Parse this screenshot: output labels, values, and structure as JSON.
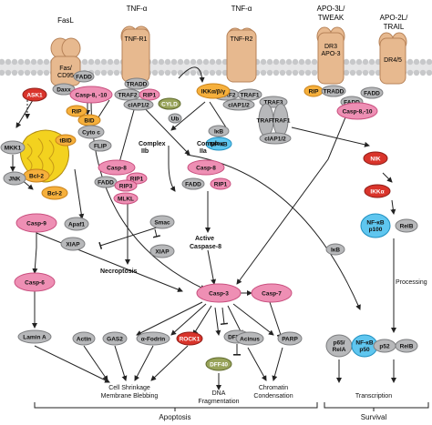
{
  "ligands": {
    "fasl": "FasL",
    "tnfa1": "TNF-α",
    "tnfa2": "TNF-α",
    "apo3l": [
      "APO-3L/",
      "TWEAK"
    ],
    "apo2l": [
      "APO-2L/",
      "TRAIL"
    ]
  },
  "receptors": {
    "fas": [
      "Fas/",
      "CD95"
    ],
    "tnfr1": "TNF-R1",
    "tnfr2": "TNF-R2",
    "dr3": [
      "DR3",
      "APO-3"
    ],
    "dr45": "DR4/5"
  },
  "nodes": {
    "fadd_fas": "FADD",
    "daxx": "Daxx",
    "ask1": "ASK1",
    "casp810_left": "Casp-8, -10",
    "rip_left": "RIP",
    "bid": "BID",
    "flip": "FLIP",
    "tbid": "tBID",
    "bcl2_a": "Bcl-2",
    "bcl2_b": "Bcl-2",
    "cytoc": "Cyto c",
    "mkk1": "MKK1",
    "jnk": "JNK",
    "tradd": "TRADD",
    "traf2_a": "TRAF2",
    "rip1_a": "RIP1",
    "ciap12_a": "cIAP1/2",
    "cyld": "CYLD",
    "ub": "Ub",
    "traf2_b": "TRAF2",
    "traf1": "TRAF1",
    "ciap12_b": "cIAP1/2",
    "rip_dr3": "RIP",
    "tradd_dr3": "TRADD",
    "fadd_dr3": "FADD",
    "fadd_dr45": "FADD",
    "casp810_right": "Casp-8,-10",
    "ikk_abg": "IKKα/β/γ",
    "ikb_a": "IκB",
    "nfkb_a": "NF-κB",
    "traf3": "TRAF3",
    "traf2_v": "TRAF2",
    "traf1_v": "TRAF1",
    "ciap12_c": "cIAP1/2",
    "nik": "NIK",
    "ikka": "IKKα",
    "nfkb_p100": [
      "NF-κB",
      "p100"
    ],
    "relb_a": "RelB",
    "complex_iib": [
      "Complex",
      "IIb"
    ],
    "complex_iia": [
      "Complex",
      "IIa"
    ],
    "casp8_iib": "Casp-8",
    "fadd_iib": "FADD",
    "rip1_iib": "RIP1",
    "rip3": "RIP3",
    "mlkl": "MLKL",
    "casp8_iia": "Casp-8",
    "fadd_iia": "FADD",
    "rip1_iia": "RIP1",
    "casp9": "Casp-9",
    "apaf1": "Apaf1",
    "xiap_a": "XIAP",
    "smac": "Smac",
    "xiap_b": "XIAP",
    "active_casp8": [
      "Active",
      "Caspase-8"
    ],
    "ikb_b": "IκB",
    "casp6": "Casp-6",
    "necroptosis": "Necroptosis",
    "casp3": "Casp-3",
    "casp7": "Casp-7",
    "lamina": "Lamin A",
    "actin": "Actin",
    "gas2": "GAS2",
    "afodrin": "α-Fodrin",
    "rock1": "ROCK1",
    "dff45": "DFF45",
    "dff40": "DFF40",
    "acinus": "Acinus",
    "parp": "PARP",
    "p65rela": [
      "p65/",
      "RelA"
    ],
    "nfkb_p50": [
      "NF-κB",
      "p50"
    ],
    "p52": "p52",
    "relb_b": "RelB",
    "processing": "Processing"
  },
  "outcomes": {
    "cell_shrinkage": [
      "Cell Shrinkage",
      "Membrane Blebbing"
    ],
    "dna_frag": [
      "DNA",
      "Fragmentation"
    ],
    "chromatin": [
      "Chromatin",
      "Condensation"
    ],
    "transcription": "Transcription",
    "apoptosis": "Apoptosis",
    "survival": "Survival"
  },
  "colors": {
    "pink": "#ee8fb4",
    "pink_edge": "#c9507f",
    "gray": "#b7b8ba",
    "gray_edge": "#7d7e80",
    "blue": "#5fc6ef",
    "blue_edge": "#1f8fc0",
    "orange": "#f6b03c",
    "orange_edge": "#c9821a",
    "yellow": "#f3d21f",
    "red": "#d9342b",
    "receptor": "#e7b98f",
    "receptor_edge": "#b78359",
    "olive": "#98a35a",
    "membrane": "#c7c8ca"
  }
}
